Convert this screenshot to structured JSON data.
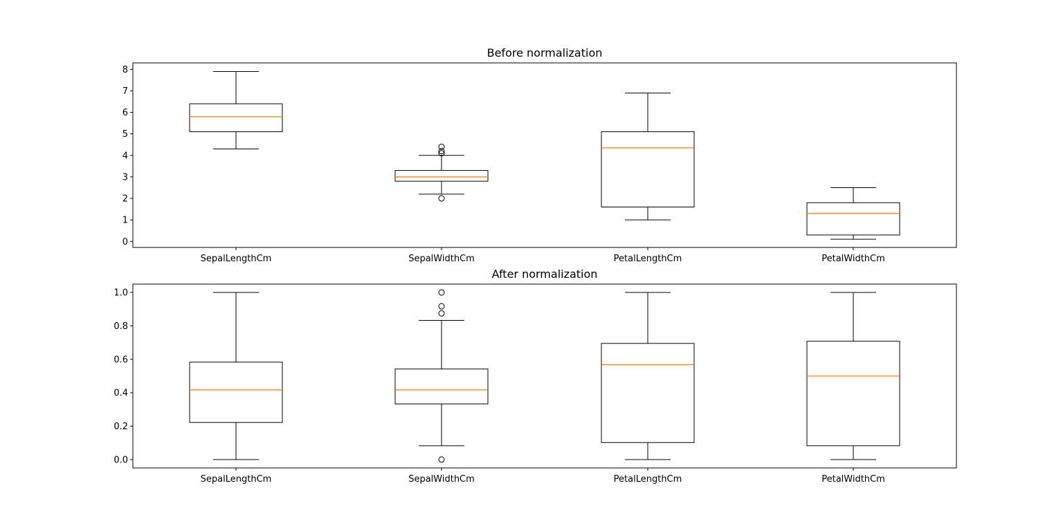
{
  "figure": {
    "background": "#ffffff",
    "box_color": "#000000",
    "median_color": "#ff7f0e"
  },
  "chart_data": [
    {
      "type": "box",
      "title": "Before normalization",
      "xlabel": "",
      "ylabel": "",
      "categories": [
        "SepalLengthCm",
        "SepalWidthCm",
        "PetalLengthCm",
        "PetalWidthCm"
      ],
      "ylim": [
        -0.28,
        8.3
      ],
      "yticks": [
        0,
        1,
        2,
        3,
        4,
        5,
        6,
        7,
        8
      ],
      "grid": false,
      "boxes": [
        {
          "whislo": 4.3,
          "q1": 5.1,
          "med": 5.8,
          "q3": 6.4,
          "whishi": 7.9,
          "fliers": []
        },
        {
          "whislo": 2.2,
          "q1": 2.8,
          "med": 3.0,
          "q3": 3.3,
          "whishi": 4.0,
          "fliers": [
            4.4,
            4.1,
            4.2,
            2.0
          ]
        },
        {
          "whislo": 1.0,
          "q1": 1.6,
          "med": 4.35,
          "q3": 5.1,
          "whishi": 6.9,
          "fliers": []
        },
        {
          "whislo": 0.1,
          "q1": 0.3,
          "med": 1.3,
          "q3": 1.8,
          "whishi": 2.5,
          "fliers": []
        }
      ]
    },
    {
      "type": "box",
      "title": "After normalization",
      "xlabel": "",
      "ylabel": "",
      "categories": [
        "SepalLengthCm",
        "SepalWidthCm",
        "PetalLengthCm",
        "PetalWidthCm"
      ],
      "ylim": [
        -0.05,
        1.05
      ],
      "yticks": [
        "0.0",
        "0.2",
        "0.4",
        "0.6",
        "0.8",
        "1.0"
      ],
      "grid": false,
      "boxes": [
        {
          "whislo": 0.0,
          "q1": 0.222,
          "med": 0.417,
          "q3": 0.583,
          "whishi": 1.0,
          "fliers": []
        },
        {
          "whislo": 0.083,
          "q1": 0.333,
          "med": 0.417,
          "q3": 0.542,
          "whishi": 0.833,
          "fliers": [
            1.0,
            0.917,
            0.875,
            0.0
          ]
        },
        {
          "whislo": 0.0,
          "q1": 0.102,
          "med": 0.568,
          "q3": 0.695,
          "whishi": 1.0,
          "fliers": []
        },
        {
          "whislo": 0.0,
          "q1": 0.083,
          "med": 0.5,
          "q3": 0.708,
          "whishi": 1.0,
          "fliers": []
        }
      ]
    }
  ]
}
